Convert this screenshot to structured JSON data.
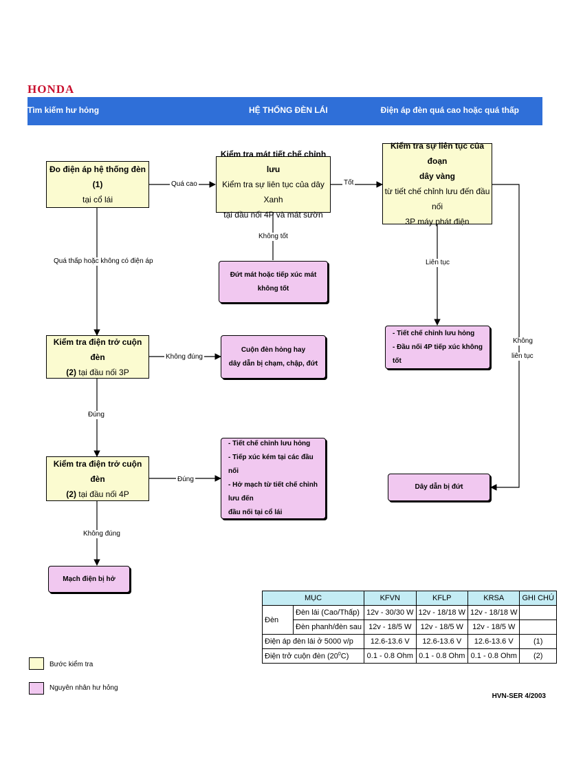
{
  "header": {
    "brand": "HONDA",
    "left": "Tìm kiếm hư hỏng",
    "center": "HỆ THỐNG ĐÈN LÁI",
    "right": "Điện áp đèn quá cao hoặc quá thấp"
  },
  "steps": {
    "s1": {
      "l1": "Đo điện áp hệ thống đèn (1)",
      "l2": "tại cổ lái"
    },
    "s2": {
      "l1": "Kiểm tra mát tiết chế chỉnh lưu",
      "l2": "Kiểm tra sự liên tục của dây Xanh",
      "l3": "tại đầu nối 4P và mát sườn"
    },
    "s3": {
      "l1": "Kiểm tra sự liên tục của đoạn",
      "l2": "dây vàng",
      "l3": "từ tiết chế chỉnh lưu đến đầu nối",
      "l4": "3P máy phát điện"
    },
    "s4": {
      "l1": "Kiểm tra điện trở cuộn đèn",
      "l2a": "(2)",
      "l2b": " tại đầu nối 3P"
    },
    "s5": {
      "l1": "Kiểm tra điện trở cuộn đèn",
      "l2a": "(2)",
      "l2b": " tại đầu nối 4P"
    }
  },
  "causes": {
    "c1": "Đứt  mát hoặc tiếp xúc mát không tốt",
    "c2": {
      "l1": "- Tiết chế chỉnh lưu hỏng",
      "l2": "- Đầu nối  4P tiếp xúc không tốt"
    },
    "c3": {
      "l1": "Cuộn đèn hỏng hay",
      "l2": "dây dẫn bị chạm, chập, đứt"
    },
    "c4": {
      "l1": "- Tiết chế chỉnh lưu hỏng",
      "l2": "- Tiếp xúc kém tại các đầu nối",
      "l3": "- Hở mạch từ tiết chế chỉnh lưu đến",
      "l4": "đầu nối tại cổ lái"
    },
    "c5": "Dây dẫn bị đứt",
    "c6": "Mạch điện bị hở"
  },
  "labels": {
    "qua_cao": "Quá cao",
    "tot": "Tốt",
    "khong_tot": "Không tốt",
    "lien_tuc": "Liên tục",
    "khong": "Không",
    "lien_tuc2": "liên tục",
    "qua_thap": "Quá thấp hoặc không có điện áp",
    "khong_dung1": "Không đúng",
    "dung1": "Đúng",
    "dung2": "Đúng",
    "khong_dung2": "Không đúng"
  },
  "table": {
    "headers": [
      "MỤC",
      "KFVN",
      "KFLP",
      "KRSA",
      "GHI CHÚ"
    ],
    "den": "Đèn",
    "rows": [
      {
        "label": "Đèn lái (Cao/Thấp)",
        "kfvn": "12v - 30/30 W",
        "kflp": "12v - 18/18 W",
        "krsa": "12v - 18/18 W",
        "note": ""
      },
      {
        "label": "Đèn phanh/đèn sau",
        "kfvn": "12v - 18/5 W",
        "kflp": "12v - 18/5 W",
        "krsa": "12v - 18/5 W",
        "note": ""
      },
      {
        "label": "Điện áp đèn lái ở 5000 v/p",
        "kfvn": "12.6-13.6 V",
        "kflp": "12.6-13.6 V",
        "krsa": "12.6-13.6 V",
        "note": "(1)"
      },
      {
        "label_pre": "Điện trở cuộn đèn (20",
        "label_sup": "0",
        "label_post": "C)",
        "kfvn": "0.1 - 0.8 Ohm",
        "kflp": "0.1 - 0.8 Ohm",
        "krsa": "0.1 - 0.8 Ohm",
        "note": "(2)"
      }
    ]
  },
  "legend": {
    "step": "Bước kiểm tra",
    "cause": "Nguyên nhân hư hỏng",
    "step_color": "#fbfbd0",
    "cause_color": "#f1c8f0"
  },
  "colors": {
    "banner": "#2f6fd8",
    "brand": "#c8102e",
    "table_header": "#c4ecf4"
  },
  "doc_code": "HVN-SER 4/2003"
}
